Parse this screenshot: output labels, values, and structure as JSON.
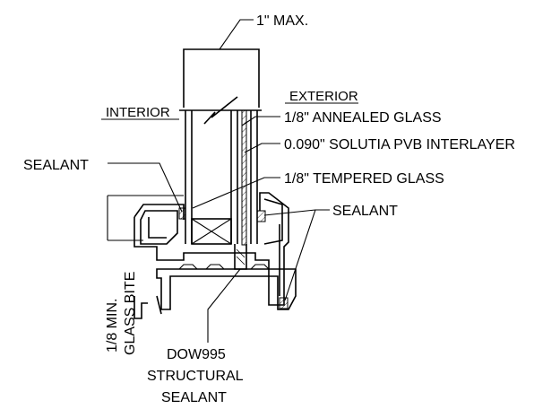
{
  "labels": {
    "max_width": "1\" MAX.",
    "interior": "INTERIOR",
    "exterior": "EXTERIOR",
    "annealed_glass": "1/8\" ANNEALED GLASS",
    "pvb_interlayer": "0.090\" SOLUTIA PVB INTERLAYER",
    "tempered_glass": "1/8\" TEMPERED GLASS",
    "sealant_left": "SEALANT",
    "sealant_right": "SEALANT",
    "glass_bite_line1": "1/8 MIN.",
    "glass_bite_line2": "GLASS BITE",
    "structural_line1": "DOW995",
    "structural_line2": "STRUCTURAL",
    "structural_line3": "SEALANT"
  }
}
